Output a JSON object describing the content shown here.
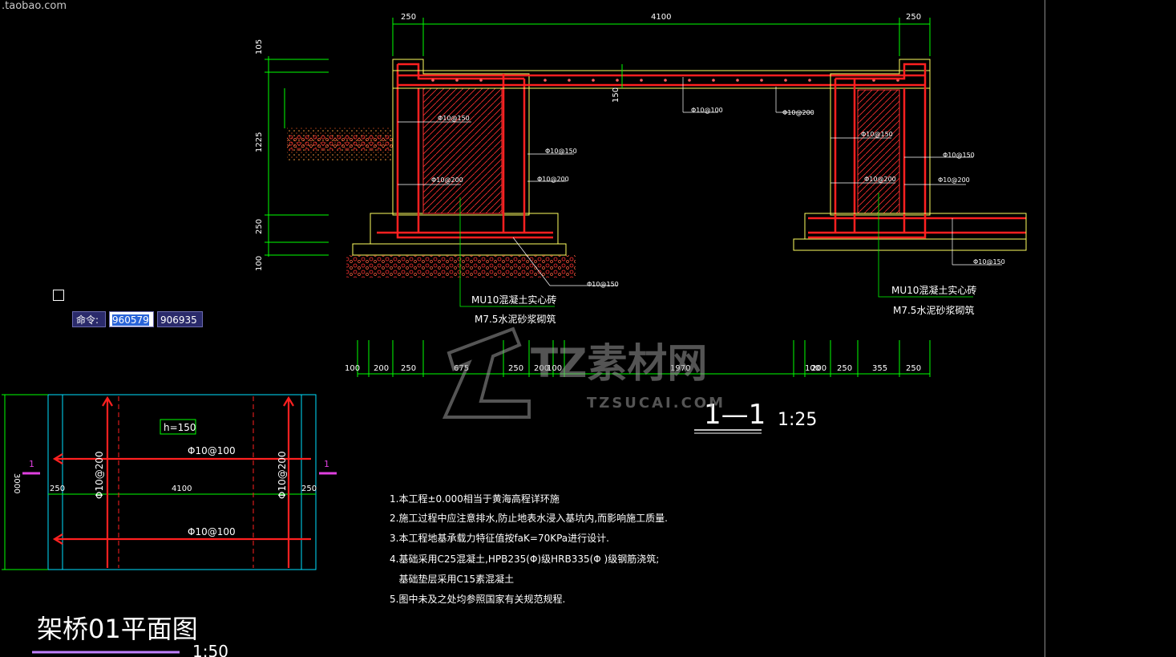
{
  "watermark_top": ".taobao.com",
  "watermark_center": {
    "brand": "TZ素材网",
    "url": "TZSUCAI.COM"
  },
  "command_bar": {
    "label": "命令:",
    "x_value": "960579",
    "y_value": "906935"
  },
  "section": {
    "title": "1—1",
    "scale": "1:25",
    "top_dims": [
      "250",
      "4100",
      "250"
    ],
    "left_dims": [
      "105",
      "1225",
      "250",
      "100"
    ],
    "slab_thickness": "150",
    "bottom_dims": [
      "100",
      "200",
      "250",
      "675",
      "250",
      "200",
      "100",
      "1970",
      "100",
      "200",
      "250",
      "355",
      "250"
    ],
    "rebar_labels": [
      "Φ10@150",
      "Φ10@200",
      "Φ10@150",
      "Φ10@200",
      "Φ10@100",
      "Φ10@200",
      "Φ10@150",
      "Φ10@200",
      "Φ10@150",
      "Φ10@200",
      "Φ10@150",
      "Φ10@150"
    ],
    "material_left": [
      "MU10混凝土实心砖",
      "M7.5水泥砂浆砌筑"
    ],
    "material_right": [
      "MU10混凝土实心砖",
      "M7.5水泥砂浆砌筑"
    ]
  },
  "plan": {
    "title": "架桥01平面图",
    "scale": "1:50",
    "h_label": "h=150",
    "top_rebar": "Φ10@100",
    "bottom_rebar": "Φ10@100",
    "left_rebar": "Φ10@200",
    "right_rebar": "Φ10@200",
    "dims": [
      "250",
      "4100",
      "250"
    ],
    "height_dim": "3000",
    "section_mark_left": "1",
    "section_mark_right": "1"
  },
  "notes": [
    "1.本工程±0.000相当于黄海高程详环施",
    "2.施工过程中应注意排水,防止地表水浸入基坑内,而影响施工质量.",
    "3.本工程地基承载力特征值按faK=70KPa进行设计.",
    "4.基础采用C25混凝土,HPB235(Φ)级HRB335(Φ )级钢筋浇筑;",
    "   基础垫层采用C15素混凝土",
    "5.图中未及之处均参照国家有关规范规程."
  ],
  "colors": {
    "background": "#000000",
    "rebar": "#ff2020",
    "dim": "#00ff00",
    "outline": "#ffff60",
    "cyan": "#00e0ff",
    "magenta": "#e040e0"
  }
}
